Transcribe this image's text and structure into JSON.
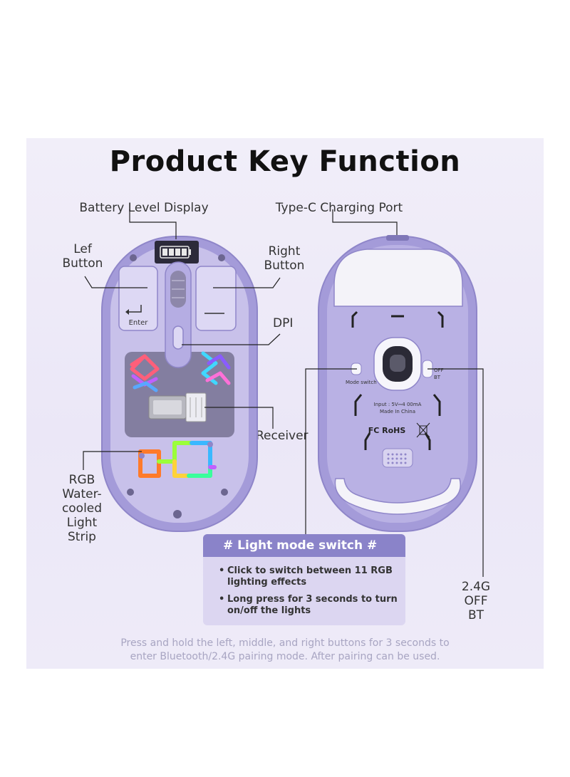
{
  "title": "Product Key Function",
  "labels": {
    "battery": "Battery Level Display",
    "typec": "Type-C Charging Port",
    "left_button": [
      "Lef",
      "Button"
    ],
    "right_button": [
      "Right",
      "Button"
    ],
    "dpi": "DPI",
    "receiver": "Receiver",
    "rgb": [
      "RGB",
      "Water-",
      "cooled",
      "Light",
      "Strip"
    ],
    "mode": [
      "2.4G",
      "OFF",
      "BT"
    ]
  },
  "mouse_print": {
    "enter": "Enter",
    "mode_switch": "Mode switch",
    "input": "Input : 5V⎓4 00mA",
    "made_in": "Made In China",
    "certs": "FC RoHS",
    "switch_labels": [
      "OFF",
      "BT"
    ]
  },
  "info_box": {
    "heading": "# Light mode switch #",
    "bullets": [
      "Click to switch between 11 RGB lighting effects",
      "Long press for 3 seconds to turn on/off the lights"
    ]
  },
  "footnote": [
    "Press and hold the left, middle, and right buttons for 3 seconds to",
    "enter Bluetooth/2.4G pairing mode. After pairing can be used."
  ],
  "colors": {
    "mouse_body": "#a49bd9",
    "mouse_inner": "#c8c1ea",
    "info_header": "#8a83c9"
  }
}
